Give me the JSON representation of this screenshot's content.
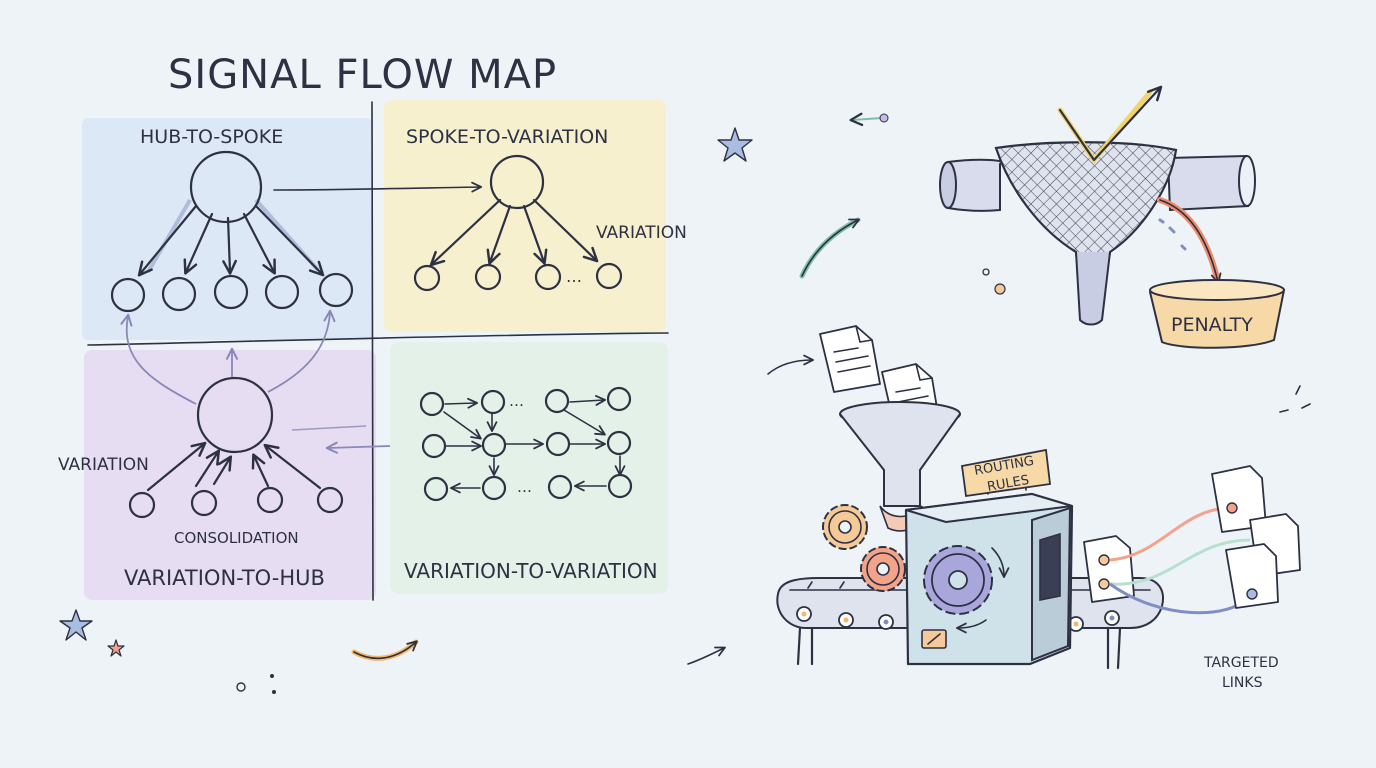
{
  "title": "SIGNAL FLOW MAP",
  "quadrants": {
    "hub_to_spoke": "HUB-TO-SPOKE",
    "spoke_to_variation": "SPOKE-TO-VARIATION",
    "variation_to_hub": "VARIATION-TO-HUB",
    "variation_to_variation": "VARIATION-TO-VARIATION"
  },
  "annotations": {
    "variation_top": "VARIATION",
    "variation_left": "VARIATION",
    "consolidation": "CONSOLIDATION",
    "ellipsis": "…"
  },
  "machine": {
    "routing_rules_line1": "ROUTING",
    "routing_rules_line2": "RULES",
    "penalty": "PENALTY",
    "targeted_links_line1": "TARGETED",
    "targeted_links_line2": "LINKS"
  },
  "colors": {
    "background": "#eef3f8",
    "blue_panel": "#dbe7f5",
    "yellow_panel": "#f7f0cf",
    "purple_panel": "#e6ddf2",
    "green_panel": "#e4f1e8",
    "hub_blue": "#a9bde3",
    "hub_green": "#b7dfcf",
    "hub_purple": "#cbb8e6",
    "node_purple": "#c9b8e3",
    "node_orange": "#f6c999",
    "node_green": "#b8e0cf",
    "node_blue": "#a9bde3",
    "penalty_bucket": "#f7d9a8",
    "ink": "#2d3142"
  }
}
